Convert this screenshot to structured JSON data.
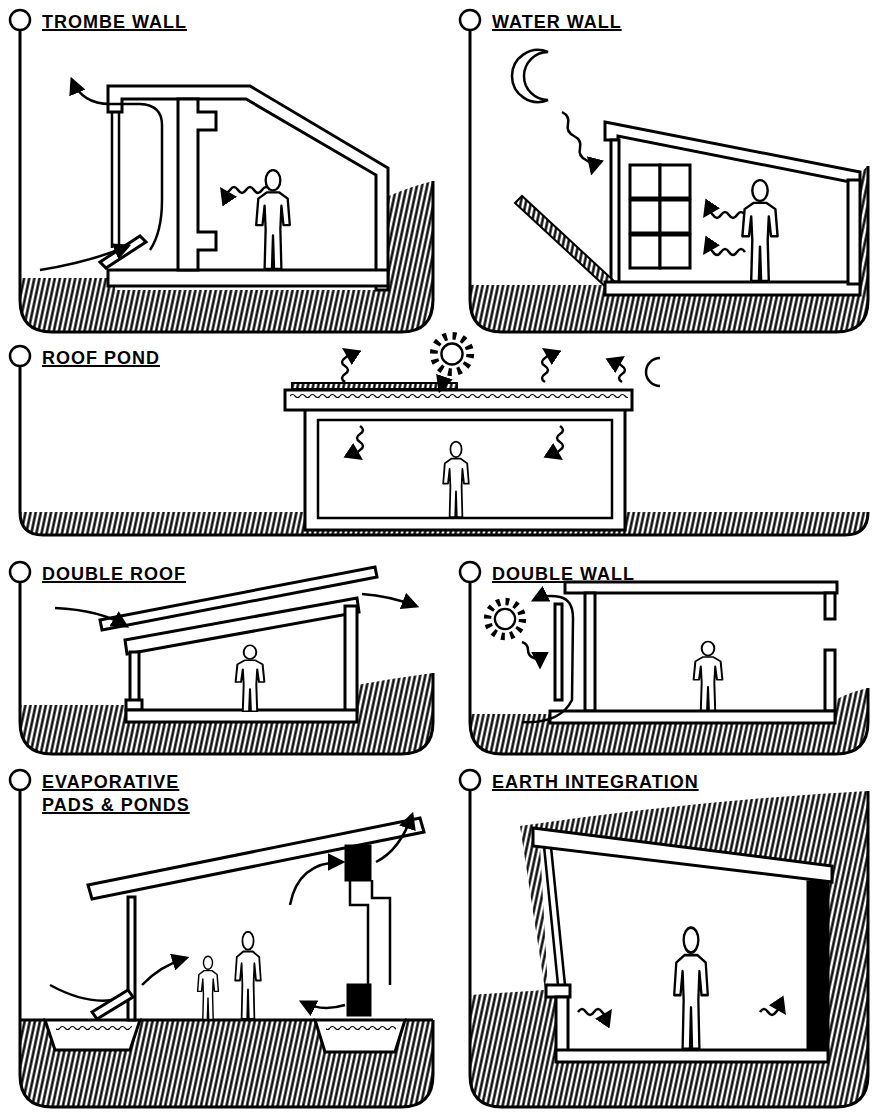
{
  "diagram": {
    "nodes": [
      {
        "text": [
          "TROMBE WALL"
        ]
      },
      {
        "text": [
          "WATER WALL"
        ]
      },
      {
        "text": [
          "ROOF POND"
        ]
      },
      {
        "text": [
          "DOUBLE ROOF"
        ]
      },
      {
        "text": [
          "DOUBLE WALL"
        ]
      },
      {
        "text": [
          "EVAPORATIVE PADS & PONDS"
        ]
      },
      {
        "text": [
          "EARTH INTEGRATION"
        ]
      }
    ]
  }
}
